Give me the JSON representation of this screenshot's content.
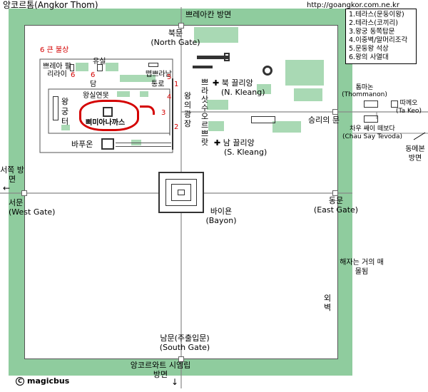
{
  "header": {
    "title": "앙코르톰(Angkor Thom)",
    "url": "http://goangkor.com.ne.kr"
  },
  "legend": {
    "items": [
      "1.테라스(문둥이왕)",
      "2.테라스(코끼리)",
      "3.왕궁 동쪽탑문",
      "4.이중벽/말머리조각",
      "5.문둥왕 석상",
      "6.왕의 사열대"
    ]
  },
  "directions": {
    "top_center": "쁘레아칸 방면",
    "west": "서쪽 방면",
    "west_arrow": "←",
    "east": "동메본 방면",
    "south": "앙코르와트 시엠립 방면",
    "south_arrow": "↓"
  },
  "gates": {
    "north": {
      "ko": "북문",
      "en": "(North Gate)"
    },
    "west": {
      "ko": "서문",
      "en": "(West Gate)"
    },
    "east": {
      "ko": "동문",
      "en": "(East Gate)"
    },
    "south": {
      "ko": "남문(주출입문)",
      "en": "(South Gate)"
    },
    "victory": "승리의 문"
  },
  "places": {
    "big_buddha": "6 큰 불상",
    "yusil": "유실",
    "preah_palilay": "쁘레아 팔리라이",
    "tep_pranam": "뗍쁘라남",
    "dam": "담",
    "tongno": "통로",
    "royal_pond": "왕실연못",
    "royal_palace": "왕 궁 터",
    "phimeanakas": "삐미아나까스",
    "baphuon": "바푸온",
    "royal_square": "왕의 광장",
    "prasat_suor_prat": "쁘라삿 수오르 쁘랏",
    "north_khleang_ko": "북 끌리앙",
    "north_khleang_en": "(N. Kleang)",
    "south_khleang_ko": "남 끌리앙",
    "south_khleang_en": "(S. Kleang)",
    "bayon_ko": "바이욘",
    "bayon_en": "(Bayon)",
    "thommanon_ko": "톰마논",
    "thommanon_en": "(Thommanon)",
    "ta_keo_ko": "따께오",
    "ta_keo_en": "(Ta Keo)",
    "chau_say_ko": "차우 쌔이 떼보다",
    "chau_say_en": "(Chau Say Tevoda)",
    "moat_note": "해자는 거의 매몰됨",
    "outer_wall": "외 벽"
  },
  "map_numbers": [
    "6",
    "6",
    "5",
    "4",
    "3",
    "2",
    "1"
  ],
  "footer": {
    "copyright_symbol": "C",
    "credit": "magicbus"
  },
  "colors": {
    "moat": "#8fcc9e",
    "inner_green": "#a9d9b4",
    "red": "#d40000"
  }
}
